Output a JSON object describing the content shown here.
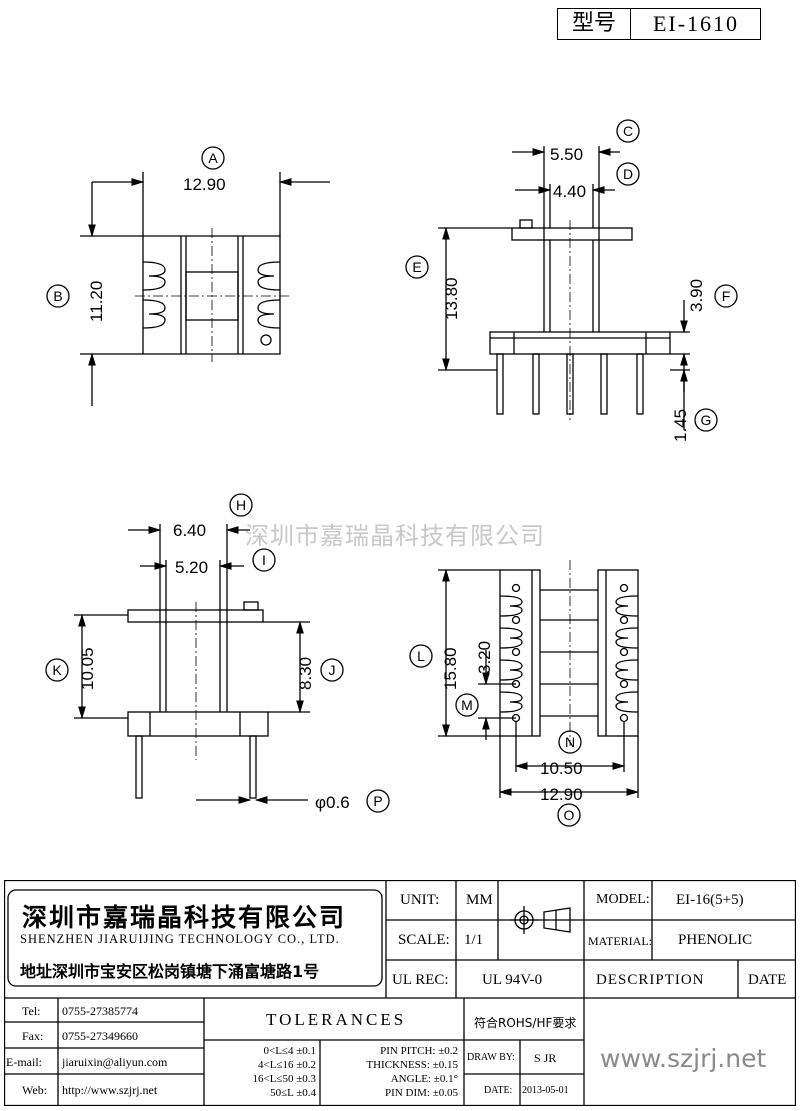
{
  "header": {
    "model_label": "型号",
    "model_value": "EI-1610"
  },
  "watermark": "深圳市嘉瑞晶科技有限公司",
  "dimensions": {
    "A": "12.90",
    "B": "11.20",
    "C": "5.50",
    "D": "4.40",
    "E": "13.80",
    "F": "3.90",
    "G": "1.45",
    "H": "6.40",
    "I": "5.20",
    "J": "8.30",
    "K": "10.05",
    "L": "15.80",
    "M": "3.20",
    "N": "10.50",
    "O": "12.90",
    "P": "φ0.6"
  },
  "title_block": {
    "company_cn": "深圳市嘉瑞晶科技有限公司",
    "company_en": "SHENZHEN JIARUIJING TECHNOLOGY CO., LTD.",
    "address": "地址深圳市宝安区松岗镇塘下涌富塘路1号",
    "unit_label": "UNIT:",
    "unit_value": "MM",
    "scale_label": "SCALE:",
    "scale_value": "1/1",
    "ulrec_label": "UL REC:",
    "ulrec_value": "UL 94V-0",
    "model_label": "MODEL:",
    "model_value": "EI-16(5+5)",
    "material_label": "MATERIAL:",
    "material_value": "PHENOLIC",
    "description_label": "DESCRIPTION",
    "date_label": "DATE",
    "tel_label": "Tel:",
    "tel_value": "0755-27385774",
    "fax_label": "Fax:",
    "fax_value": "0755-27349660",
    "email_label": "E-mail:",
    "email_value": "jiaruixin@aliyun.com",
    "web_label": "Web:",
    "web_value": "http://www.szjrj.net",
    "tolerances_label": "TOLERANCES",
    "rohs": "符合ROHS/HF要求",
    "tol_rows": [
      "0<L≤4 ±0.1",
      "4<L≤16 ±0.2",
      "16<L≤50 ±0.3",
      "50≤L ±0.4"
    ],
    "tol_rows2": [
      "PIN PITCH: ±0.2",
      "THICKNESS: ±0.15",
      "ANGLE: ±0.1°",
      "PIN DIM: ±0.05"
    ],
    "drawby_label": "DRAW BY:",
    "drawby_value": "S JR",
    "date_label2": "DATE:",
    "date_value": "2013-05-01",
    "website": "www.szjrj.net"
  }
}
